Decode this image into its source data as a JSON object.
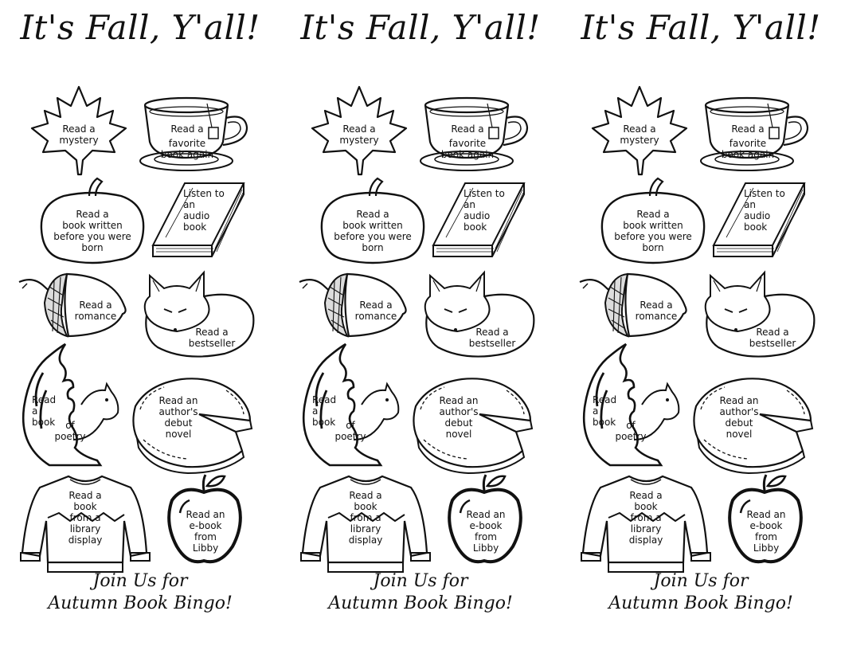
{
  "title": "It's Fall, Y'all!",
  "footer": {
    "line1": "Join Us for",
    "line2": "Autumn Book Bingo!"
  },
  "tiles": {
    "leaf": [
      "Read a",
      "mystery"
    ],
    "teacup": [
      "Read a",
      "favorite",
      "book again"
    ],
    "pumpkin": [
      "Read a",
      "book written",
      "before you were",
      "born"
    ],
    "book": [
      "Listen to",
      "an",
      "audio",
      "book"
    ],
    "acorn": [
      "Read a",
      "romance"
    ],
    "fox": [
      "Read a",
      "bestseller"
    ],
    "squirrel": [
      "Read",
      "a",
      "book",
      "of",
      "poetry"
    ],
    "pie": [
      "Read an",
      "author's",
      "debut",
      "novel"
    ],
    "sweater": [
      "Read a",
      "book",
      "from a",
      "library",
      "display"
    ],
    "apple": [
      "Read an",
      "e-book",
      "from",
      "Libby"
    ]
  },
  "colors": {
    "ink": "#111111",
    "background": "#ffffff"
  }
}
